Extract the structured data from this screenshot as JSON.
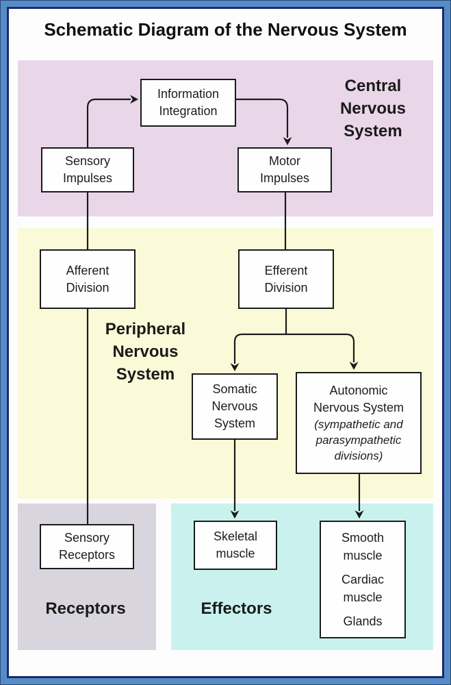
{
  "title": "Schematic Diagram of the Nervous System",
  "colors": {
    "frame_mid": "#568cc6",
    "frame_dark": "#1c2a70",
    "frame_outline": "#26497c",
    "page_bg": "#fdfdfd",
    "cns_bg": "#e9d7e9",
    "pns_bg": "#fafad8",
    "receptors_bg": "#d8d5de",
    "effectors_bg": "#c9f2ee",
    "line": "#1a1a1a",
    "box_bg": "#fefefe",
    "box_border": "#1a1a1a",
    "text": "#1c1c1c"
  },
  "regions": {
    "cns": {
      "lines": [
        "Central",
        "Nervous",
        "System"
      ]
    },
    "pns": {
      "lines": [
        "Peripheral",
        "Nervous",
        "System"
      ]
    },
    "receptors": {
      "label": "Receptors"
    },
    "effectors": {
      "label": "Effectors"
    }
  },
  "nodes": {
    "information_integration": {
      "lines": [
        "Information",
        "Integration"
      ]
    },
    "sensory_impulses": {
      "lines": [
        "Sensory",
        "Impulses"
      ]
    },
    "motor_impulses": {
      "lines": [
        "Motor",
        "Impulses"
      ]
    },
    "afferent_division": {
      "lines": [
        "Afferent",
        "Division"
      ]
    },
    "efferent_division": {
      "lines": [
        "Efferent",
        "Division"
      ]
    },
    "somatic_nervous_system": {
      "lines": [
        "Somatic",
        "Nervous",
        "System"
      ]
    },
    "autonomic_nervous_system": {
      "lines": [
        "Autonomic",
        "Nervous System"
      ],
      "italic_lines": [
        "(sympathetic and",
        "parasympathetic",
        "divisions)"
      ]
    },
    "sensory_receptors": {
      "lines": [
        "Sensory",
        "Receptors"
      ]
    },
    "skeletal_muscle": {
      "lines": [
        "Skeletal",
        "muscle"
      ]
    },
    "smooth_cardiac_glands": {
      "groups": [
        [
          "Smooth",
          "muscle"
        ],
        [
          "Cardiac",
          "muscle"
        ],
        [
          "Glands"
        ]
      ]
    }
  }
}
